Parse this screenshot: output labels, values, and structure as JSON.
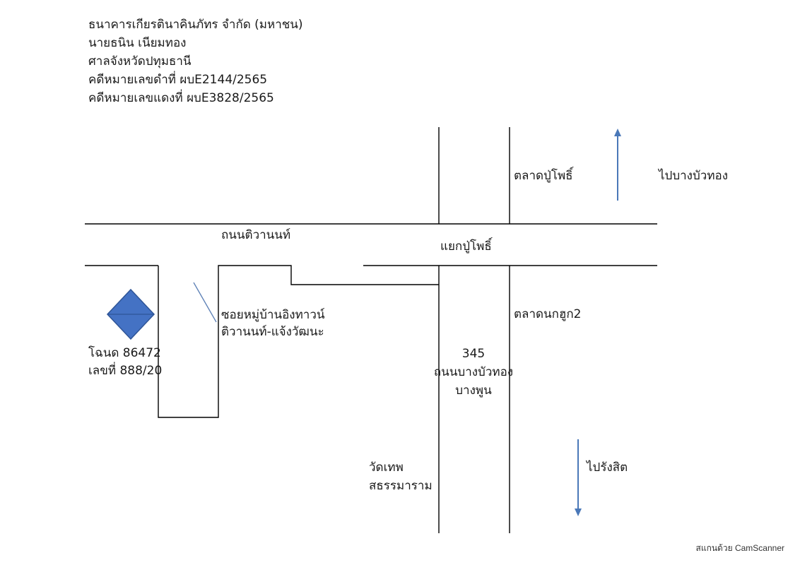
{
  "header": {
    "lines": [
      "ธนาคารเกียรตินาคินภัทร จำกัด (มหาชน)",
      "นายธนิน เนียมทอง",
      "ศาลจังหวัดปทุมธานี",
      "คดีหมายเลขดำที่ ผบE2144/2565",
      "คดีหมายเลขแดงที่ ผบE3828/2565"
    ]
  },
  "map": {
    "labels": {
      "market_pupo": "ตลาดปู่โพธิ์",
      "to_bangbuathong": "ไปบางบัวทอง",
      "road_tiwanon": "ถนนติวานนท์",
      "junction_pupo": "แยกปู่โพธิ์",
      "soi_line1": "ซอยหมู่บ้านอิงทาวน์",
      "soi_line2": "ติวานนท์-แจ้งวัฒนะ",
      "market_nokhook": "ตลาดนกฮูก2",
      "parcel_line1": "โฉนด 86472",
      "parcel_line2": "เลขที่ 888/20",
      "road_number": "345",
      "road_name": "ถนนบางบัวทอง",
      "road_area": "บางพูน",
      "temple_line1": "วัดเทพ",
      "temple_line2": "สธรรมาราม",
      "to_rangsit": "ไปรังสิต"
    },
    "colors": {
      "road_line": "#000000",
      "arrow": "#4a78b8",
      "marker_fill": "#4472c4",
      "marker_stroke": "#2f5597",
      "pointer": "#5b7fb5"
    },
    "icons": {
      "property_marker": "diamond-icon",
      "north_arrow": "arrow-up-icon",
      "south_arrow": "arrow-down-icon"
    }
  },
  "footer": {
    "watermark": "สแกนด้วย CamScanner"
  }
}
